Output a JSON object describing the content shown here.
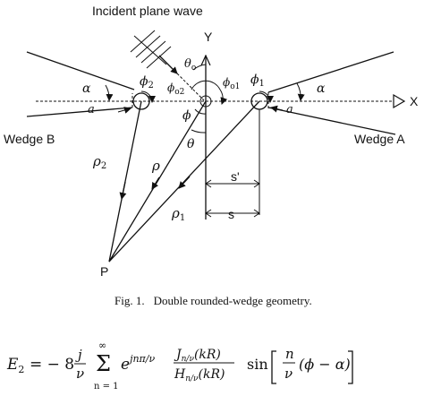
{
  "figure": {
    "incident_label": "Incident plane wave",
    "y_axis": "Y",
    "x_axis": "X",
    "wedge_b": "Wedge B",
    "wedge_a": "Wedge A",
    "alpha": "α",
    "a": "a",
    "phi2": "ϕ",
    "phi2_sub": "2",
    "phi1": "ϕ",
    "phi1_sub": "1",
    "theta_o": "θ",
    "theta_o_sub": "o",
    "phi_o2": "ϕ",
    "phi_o2_sub": "o2",
    "phi_o1": "ϕ",
    "phi_o1_sub": "o1",
    "phi": "ϕ",
    "theta": "θ",
    "rho2": "ρ",
    "rho2_sub": "2",
    "rho": "ρ",
    "rho1": "ρ",
    "rho1_sub": "1",
    "s_prime": "s'",
    "s": "s",
    "point_p": "P"
  },
  "caption": {
    "number": "Fig. 1.",
    "text": "Double rounded-wedge geometry."
  },
  "equation": {
    "lhs": "E",
    "lhs_sub": "2",
    "eq_coef": "= − 8",
    "frac_num": "j",
    "frac_den": "ν",
    "sum": "Σ",
    "sum_top": "∞",
    "sum_bot": "n = 1",
    "exp_base": "e",
    "exp_power": "jnπ/ν",
    "jfrac_num": "J",
    "jfrac_num_sub": "n/ν",
    "jfrac_num_arg": "(kR)",
    "jfrac_den": "H",
    "jfrac_den_sub": "n/ν",
    "jfrac_den_arg": "(kR)",
    "sin": "sin",
    "n": "n",
    "nu": "ν",
    "arg": "(ϕ − α)"
  }
}
